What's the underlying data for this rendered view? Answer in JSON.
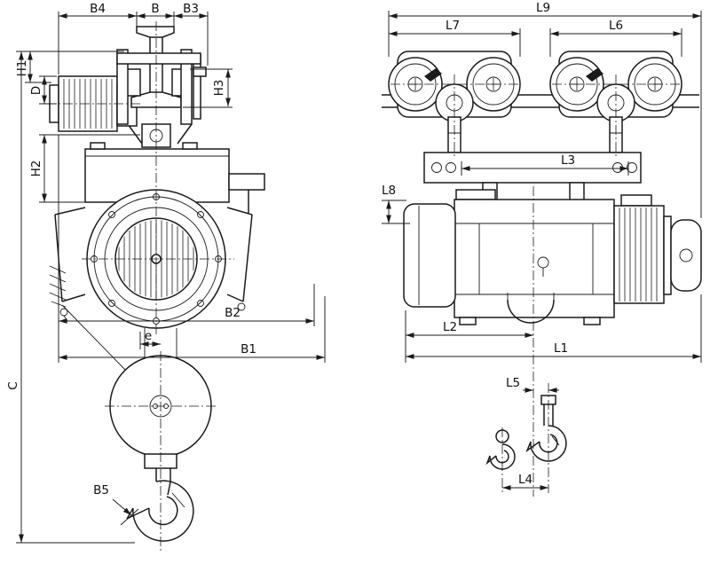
{
  "drawing": {
    "kind": "technical-dimensional-drawing",
    "colors": {
      "line": "#1b1b1b",
      "background": "#ffffff"
    },
    "views": {
      "front": {
        "dimension_labels": [
          "B4",
          "B",
          "B3",
          "H1",
          "D",
          "H3",
          "H2",
          "C",
          "B2",
          "e",
          "B1",
          "B5"
        ]
      },
      "side": {
        "dimension_labels": [
          "L9",
          "L7",
          "L6",
          "L3",
          "L8",
          "L2",
          "L1",
          "L5",
          "L4"
        ]
      }
    }
  },
  "dims": {
    "B4": "B4",
    "B": "B",
    "B3": "B3",
    "H1": "H1",
    "D": "D",
    "H3": "H3",
    "H2": "H2",
    "C": "C",
    "B2": "B2",
    "e": "e",
    "B1": "B1",
    "B5": "B5",
    "L9": "L9",
    "L7": "L7",
    "L6": "L6",
    "L3": "L3",
    "L8": "L8",
    "L2": "L2",
    "L1": "L1",
    "L5": "L5",
    "L4": "L4"
  }
}
